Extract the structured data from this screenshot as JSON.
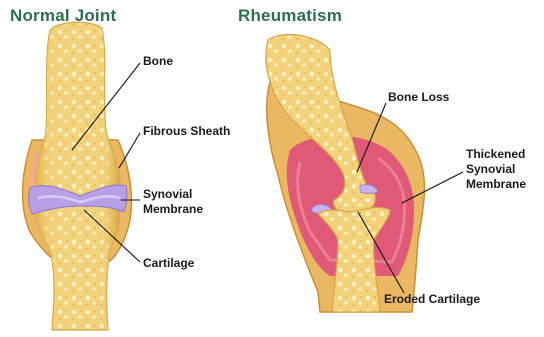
{
  "titles": {
    "normal": "Normal Joint",
    "rheumatism": "Rheumatism"
  },
  "normal_labels": {
    "bone": "Bone",
    "fibrous_sheath": "Fibrous Sheath",
    "synovial_membrane_line1": "Synovial",
    "synovial_membrane_line2": "Membrane",
    "cartilage": "Cartilage"
  },
  "rheumatism_labels": {
    "bone_loss": "Bone Loss",
    "thickened_line1": "Thickened",
    "thickened_line2": "Synovial",
    "thickened_line3": "Membrane",
    "eroded_cartilage": "Eroded Cartilage"
  },
  "colors": {
    "title": "#2f6f4e",
    "bone": "#f2d27a",
    "bone_spots": "#fbf1c8",
    "sheath": "#e8b25a",
    "synovial_cavity": "#b9a0e6",
    "inflamed_membrane": "#e05a78"
  }
}
